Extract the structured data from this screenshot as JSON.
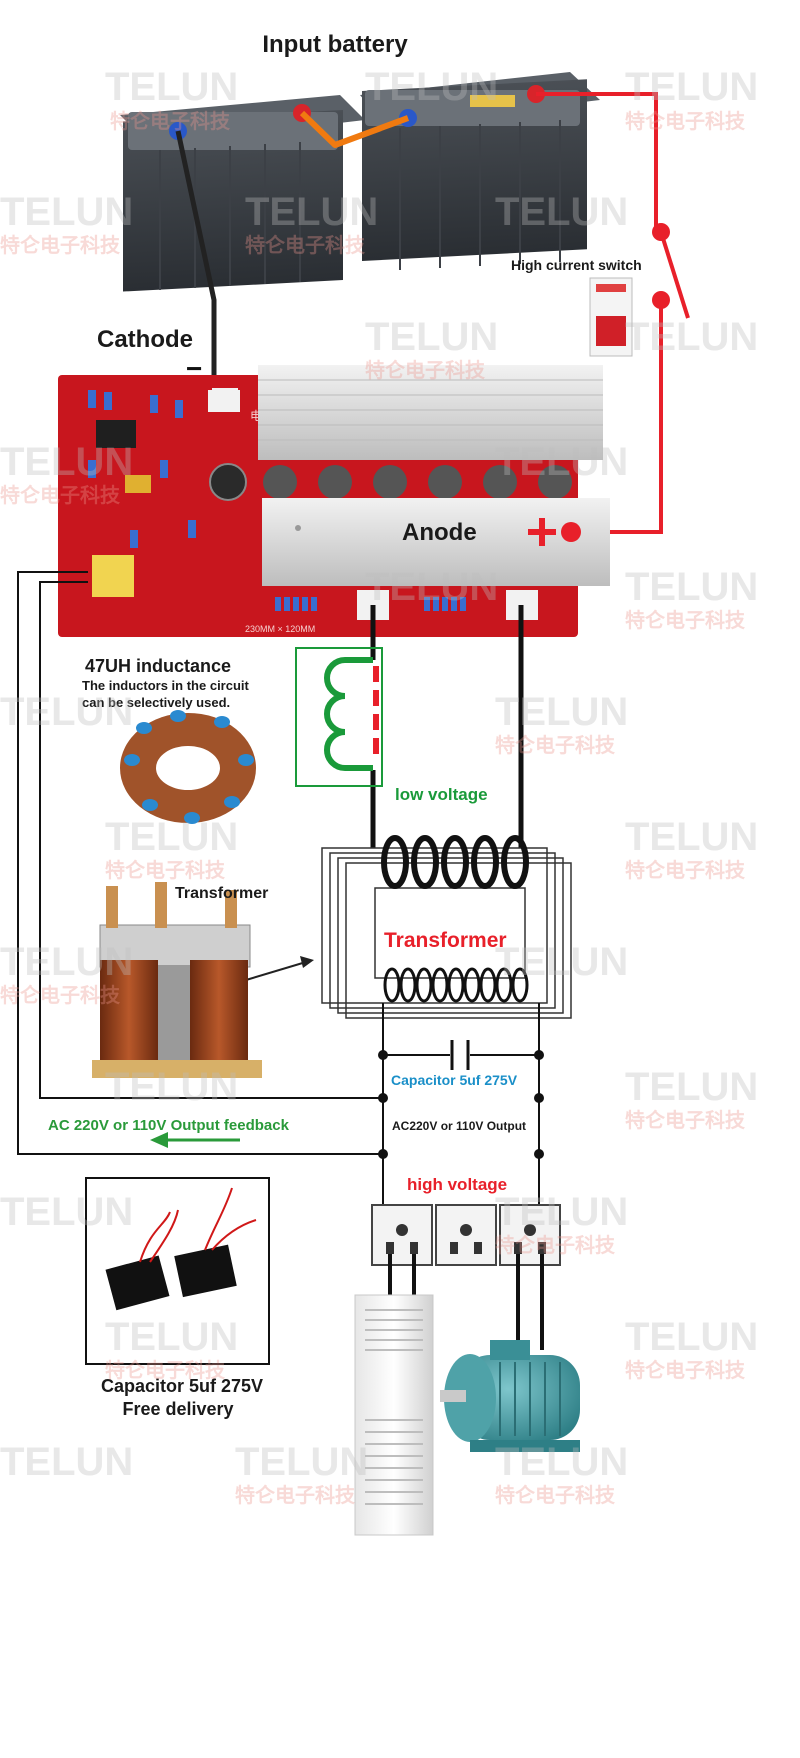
{
  "labels": {
    "input_battery": "Input battery",
    "high_current_switch": "High current switch",
    "cathode": "Cathode",
    "cathode_sign": "−",
    "anode": "Anode",
    "anode_sign": "+",
    "inductance_title": "47UH inductance",
    "inductance_note_line1": "The inductors in the circuit",
    "inductance_note_line2": "can be selectively used.",
    "low_voltage": "low voltage",
    "transformer_photo": "Transformer",
    "transformer_schematic": "Transformer",
    "capacitor_rating": "Capacitor 5uf 275V",
    "output_feedback": "AC 220V or 110V Output feedback",
    "output_label": "AC220V or 110V Output",
    "high_voltage": "high voltage",
    "free_capacitor_line1": "Capacitor 5uf 275V",
    "free_capacitor_line2": "Free delivery",
    "board_size": "230MM × 120MM",
    "board_silk": "电池负极"
  },
  "watermark": {
    "brand": "TELUN",
    "brand_cn": "特仑电子科技"
  },
  "colors": {
    "wire_black": "#111111",
    "wire_red": "#e8202a",
    "wire_orange": "#f07a10",
    "inductor_green": "#1a9a3a",
    "low_voltage_green": "#1a9a3a",
    "transformer_red": "#e8202a",
    "capacitor_blue": "#1a8fc8",
    "feedback_green": "#2a9a3a",
    "high_voltage_red": "#e8202a",
    "pcb_red": "#c8161e",
    "heatsink_silver": "#d9d9d9"
  }
}
